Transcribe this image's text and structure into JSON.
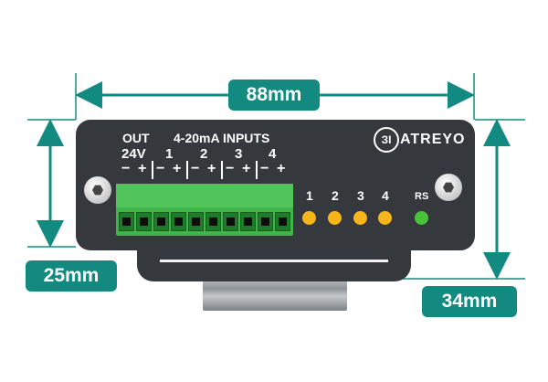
{
  "dimensions": {
    "width_label": "88mm",
    "height_label": "25mm",
    "depth_label": "34mm"
  },
  "device": {
    "brand": "ATREYO",
    "logo_glyph": "ЗI",
    "label_out": "OUT",
    "label_inputs": "4-20mA INPUTS",
    "label_24v": "24V",
    "input_numbers": [
      "1",
      "2",
      "3",
      "4"
    ],
    "polarity_minus": "−",
    "polarity_plus": "+",
    "led_labels": [
      "1",
      "2",
      "3",
      "4"
    ],
    "rs_label": "RS",
    "colors": {
      "body": "#35393d",
      "terminal": "#3fb54a",
      "led_input": "#f7b51c",
      "led_rs": "#48c23a",
      "dimension_badge": "#138a80"
    }
  }
}
